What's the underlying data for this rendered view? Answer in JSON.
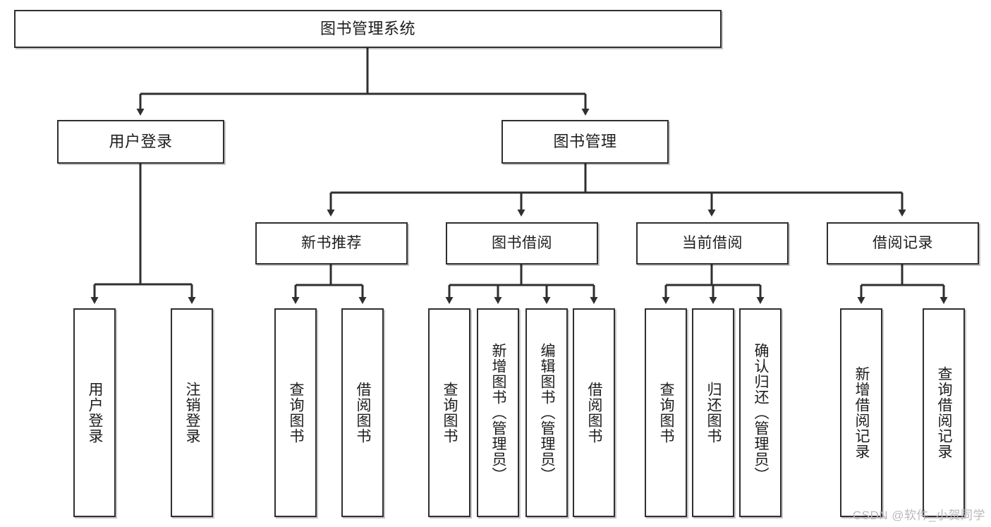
{
  "diagram": {
    "type": "tree-hierarchy",
    "title": "图书管理系统",
    "watermark": "CSDN @软件_小贺同学",
    "colors": {
      "box_border": "#2f2f2f",
      "box_fill": "#ffffff",
      "connector": "#2f2f2f",
      "text": "#1d1d1d",
      "watermark": "#b9b9b9"
    },
    "nodes": {
      "root": {
        "label": "图书管理系统"
      },
      "level1": [
        {
          "label": "用户登录"
        },
        {
          "label": "图书管理"
        }
      ],
      "level2": [
        {
          "label": "新书推荐"
        },
        {
          "label": "图书借阅"
        },
        {
          "label": "当前借阅"
        },
        {
          "label": "借阅记录"
        }
      ],
      "leaves": {
        "user_login": [
          {
            "label": "用户登录"
          },
          {
            "label": "注销登录"
          }
        ],
        "new_book_recommend": [
          {
            "label": "查询图书"
          },
          {
            "label": "借阅图书"
          }
        ],
        "book_borrow": [
          {
            "label": "查询图书"
          },
          {
            "label": "新增图书（管理员）"
          },
          {
            "label": "编辑图书（管理员）"
          },
          {
            "label": "借阅图书"
          }
        ],
        "current_borrow": [
          {
            "label": "查询图书"
          },
          {
            "label": "归还图书"
          },
          {
            "label": "确认归还（管理员）"
          }
        ],
        "borrow_record": [
          {
            "label": "新增借阅记录"
          },
          {
            "label": "查询借阅记录"
          }
        ]
      }
    }
  }
}
